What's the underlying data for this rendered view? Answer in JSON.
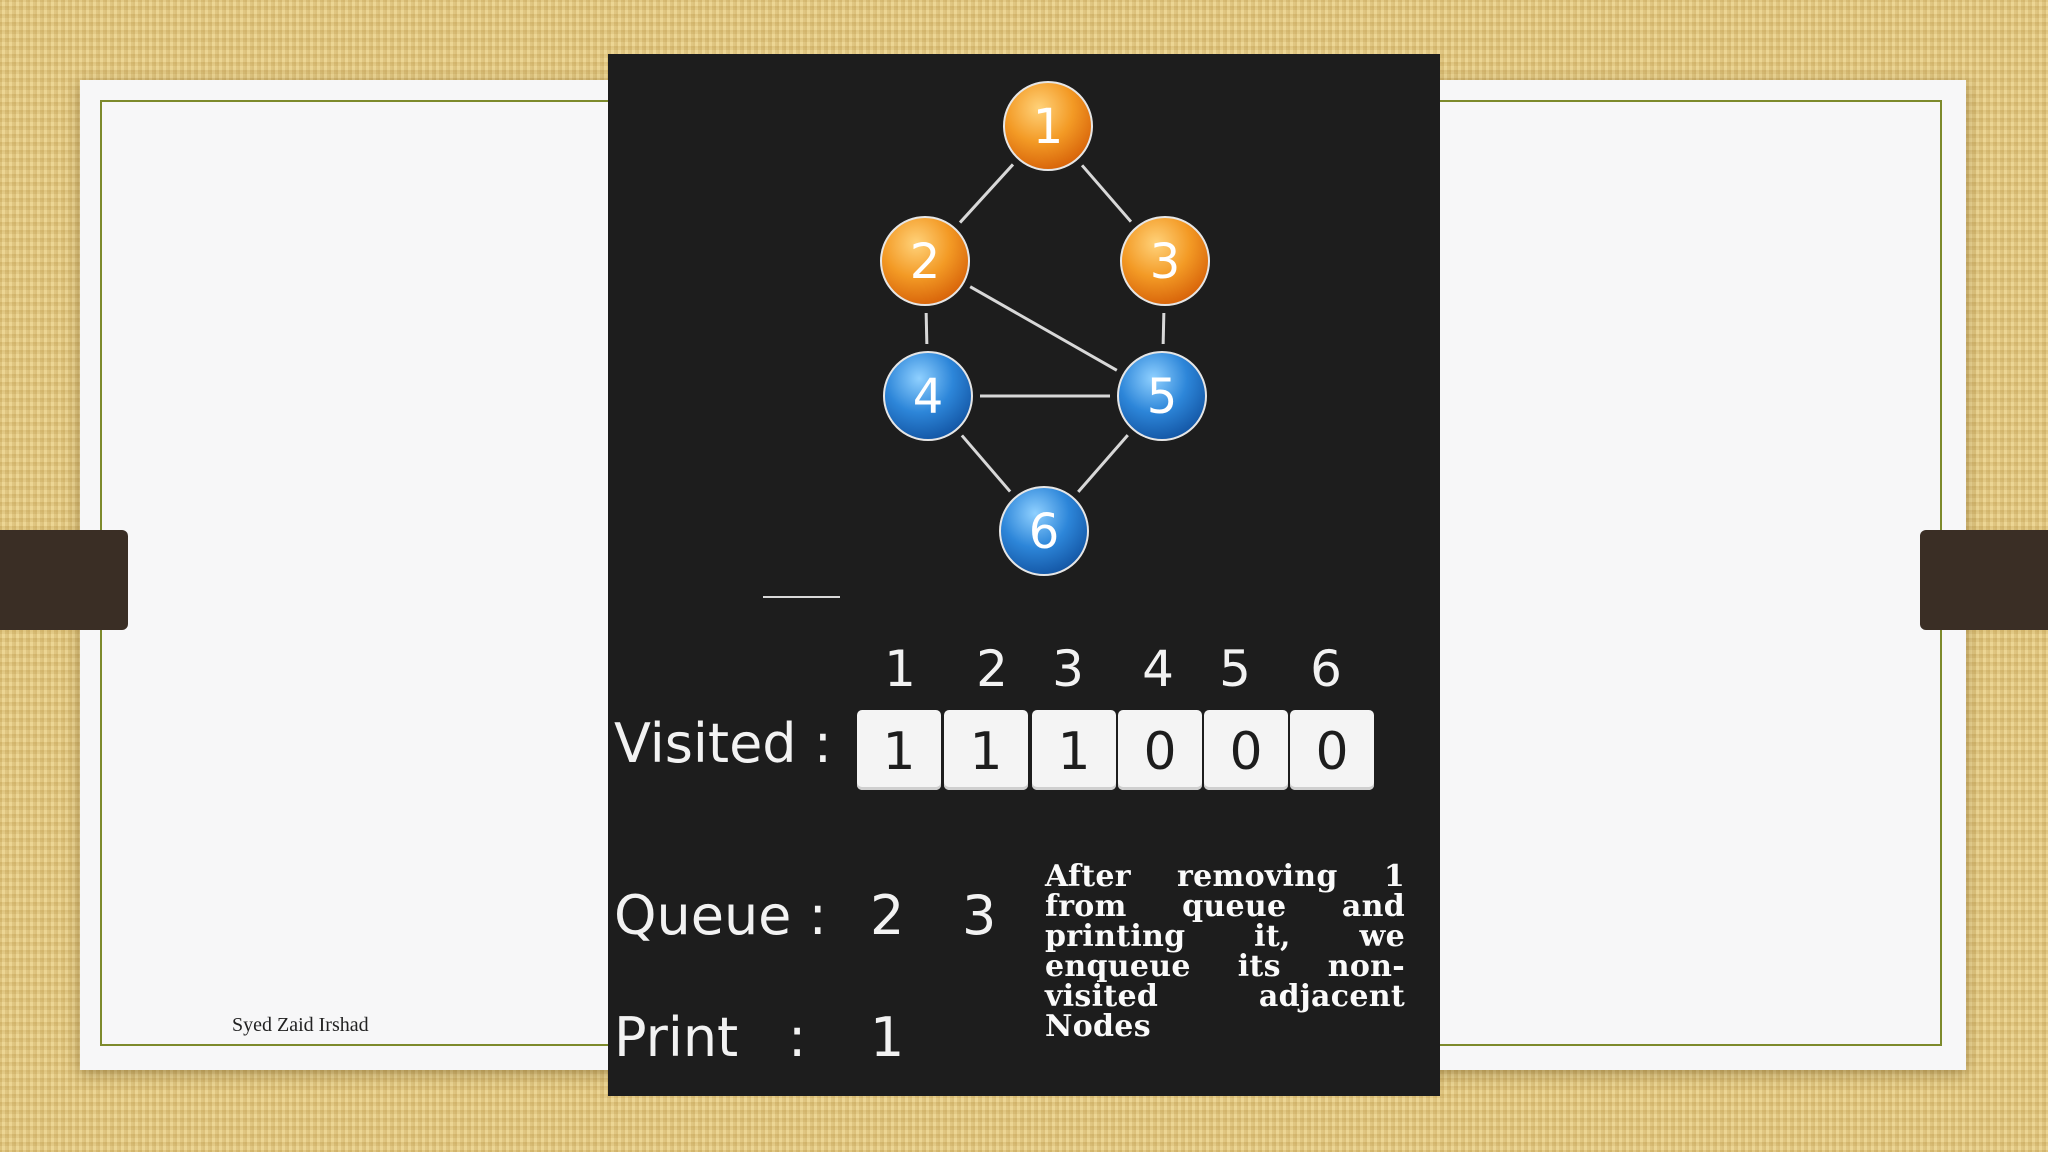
{
  "slide": {
    "author": "Syed Zaid Irshad"
  },
  "colors": {
    "visited_node": "#f39220",
    "unvisited_node": "#2b80d6",
    "panel": "#1d1d1d",
    "edge": "#d8d8d8"
  },
  "graph": {
    "nodes": [
      {
        "id": "1",
        "state": "visited"
      },
      {
        "id": "2",
        "state": "visited"
      },
      {
        "id": "3",
        "state": "visited"
      },
      {
        "id": "4",
        "state": "unvisited"
      },
      {
        "id": "5",
        "state": "unvisited"
      },
      {
        "id": "6",
        "state": "unvisited"
      }
    ],
    "edges": [
      [
        "1",
        "2"
      ],
      [
        "1",
        "3"
      ],
      [
        "2",
        "4"
      ],
      [
        "2",
        "5"
      ],
      [
        "3",
        "5"
      ],
      [
        "4",
        "5"
      ],
      [
        "4",
        "6"
      ],
      [
        "5",
        "6"
      ]
    ]
  },
  "visited": {
    "label": "Visited :",
    "indices": [
      "1",
      "2",
      "3",
      "4",
      "5",
      "6"
    ],
    "values": [
      "1",
      "1",
      "1",
      "0",
      "0",
      "0"
    ]
  },
  "queue": {
    "label": "Queue :",
    "items": [
      "2",
      "3"
    ]
  },
  "print": {
    "label": "Print",
    "colon": ":",
    "items": [
      "1"
    ]
  },
  "note": "After removing 1 from queue and printing it, we enqueue its non-visited adjacent Nodes"
}
